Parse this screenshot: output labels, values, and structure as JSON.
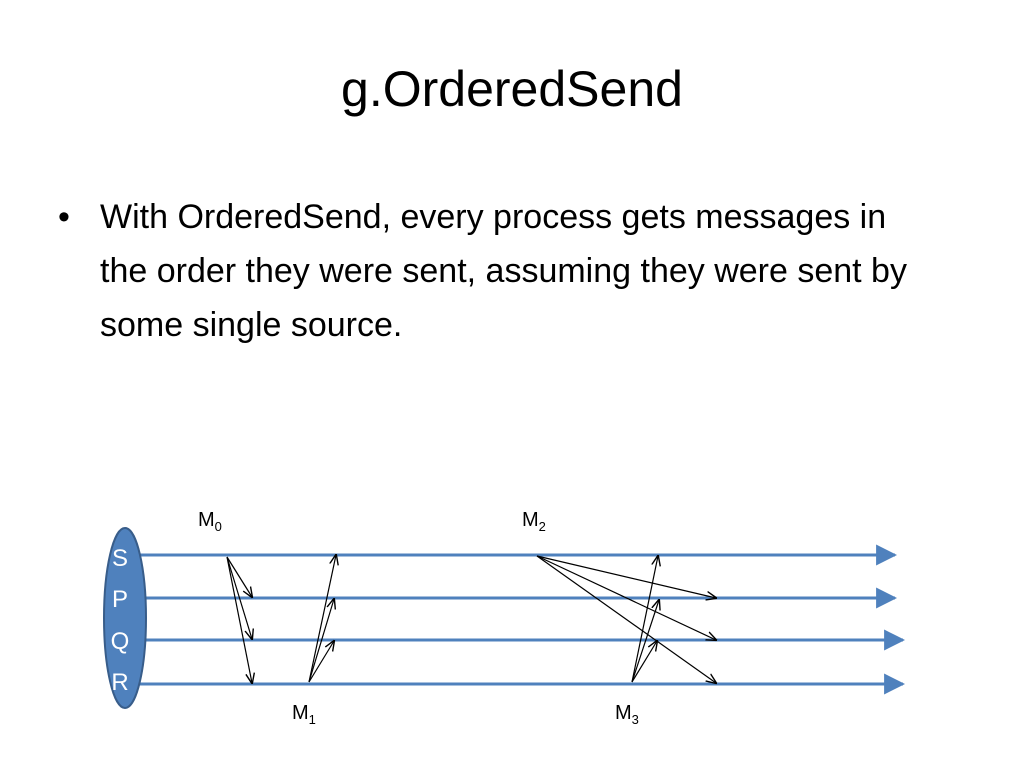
{
  "slide": {
    "title": "g.OrderedSend",
    "bullet": "With OrderedSend, every process gets messages in the order they were sent, assuming they were sent by some single source."
  },
  "diagram": {
    "processes": [
      "S",
      "P",
      "Q",
      "R"
    ],
    "messages": [
      {
        "base": "M",
        "sub": "0"
      },
      {
        "base": "M",
        "sub": "1"
      },
      {
        "base": "M",
        "sub": "2"
      },
      {
        "base": "M",
        "sub": "3"
      }
    ],
    "colors": {
      "timeline": "#4f81bd",
      "oval_fill": "#4f81bd",
      "oval_stroke": "#385d8a",
      "arrow": "#000000"
    }
  }
}
